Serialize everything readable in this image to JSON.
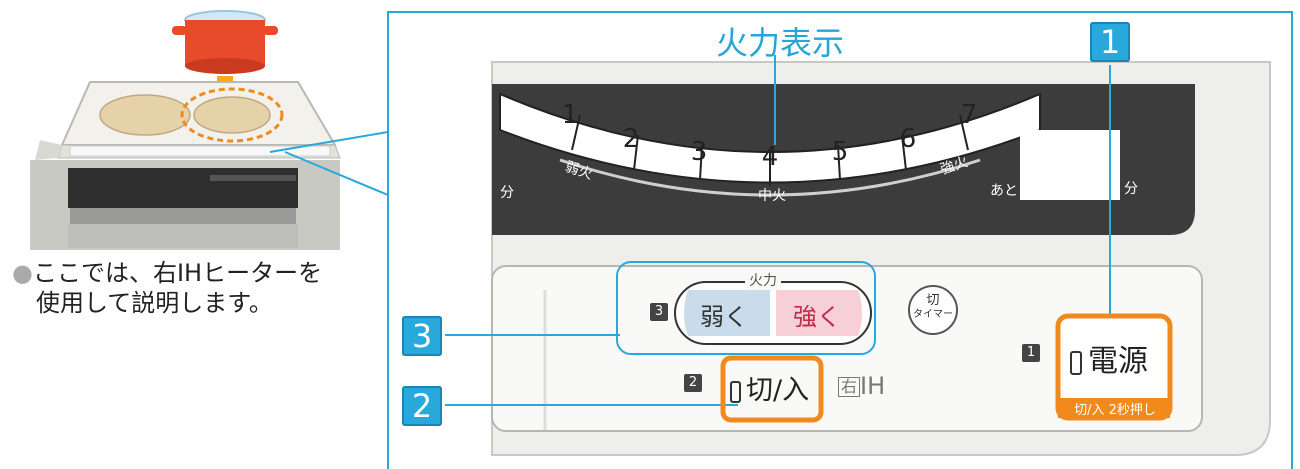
{
  "diagram": {
    "title": "火力表示",
    "caption_bullet": "●",
    "caption_line1": "ここでは、右IHヒーターを",
    "caption_line2": "使用して説明します。",
    "callouts": {
      "n1": "1",
      "n2": "2",
      "n3": "3"
    },
    "dial": {
      "levels": [
        "1",
        "2",
        "3",
        "4",
        "5",
        "6",
        "7"
      ],
      "weak": "弱火",
      "medium": "中火",
      "strong": "強火",
      "left_unit": "分",
      "remain": "あと",
      "right_unit": "分"
    },
    "panel": {
      "heat_label": "火力",
      "weak_btn": "弱く",
      "strong_btn": "強く",
      "badge3": "3",
      "timer_top": "切",
      "timer_bottom": "タイマー",
      "badge1": "1",
      "power_label": "電源",
      "power_sub": "切/入 2秒押し",
      "badge2": "2",
      "onoff_label": "切/入",
      "right_icon": "右",
      "ih": "IH"
    }
  },
  "colors": {
    "accent": "#29a8dc",
    "orange": "#f08a1c",
    "dark": "#3a3a3a",
    "weak_btn": "#c9dceb",
    "strong_btn": "#f7cfd7"
  }
}
